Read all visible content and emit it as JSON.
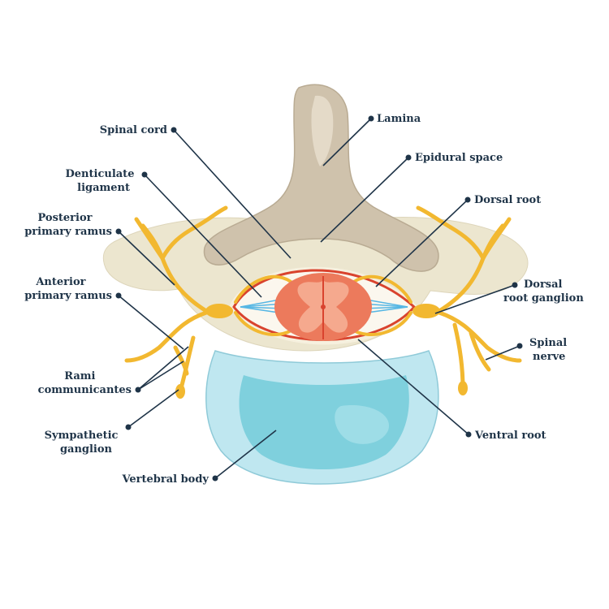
{
  "colors": {
    "label_text": "#1f3448",
    "leader_line": "#1f3448",
    "bone": "#ece6cf",
    "lamina": "#cfc2ac",
    "nerve": "#f2b830",
    "dura": "#d9432e",
    "spinal_cord": "#ec7a5c",
    "vertebral_body": "#bfe7f0",
    "nucleus": "#7fd0dd",
    "rootlets": "#57b7e4"
  },
  "labels": {
    "lamina": "Lamina",
    "spinal_cord": "Spinal cord",
    "epidural_space": "Epidural space",
    "denticulate_ligament": [
      "Denticulate",
      "ligament"
    ],
    "dorsal_root": "Dorsal root",
    "posterior_primary_ramus": [
      "Posterior",
      "primary ramus"
    ],
    "dorsal_root_ganglion": [
      "Dorsal",
      "root ganglion"
    ],
    "anterior_primary_ramus": [
      "Anterior",
      "primary ramus"
    ],
    "spinal_nerve": [
      "Spinal",
      "nerve"
    ],
    "rami_communicantes": [
      "Rami",
      "communicantes"
    ],
    "ventral_root": "Ventral root",
    "sympathetic_ganglion": [
      "Sympathetic",
      "ganglion"
    ],
    "vertebral_body": "Vertebral body"
  }
}
